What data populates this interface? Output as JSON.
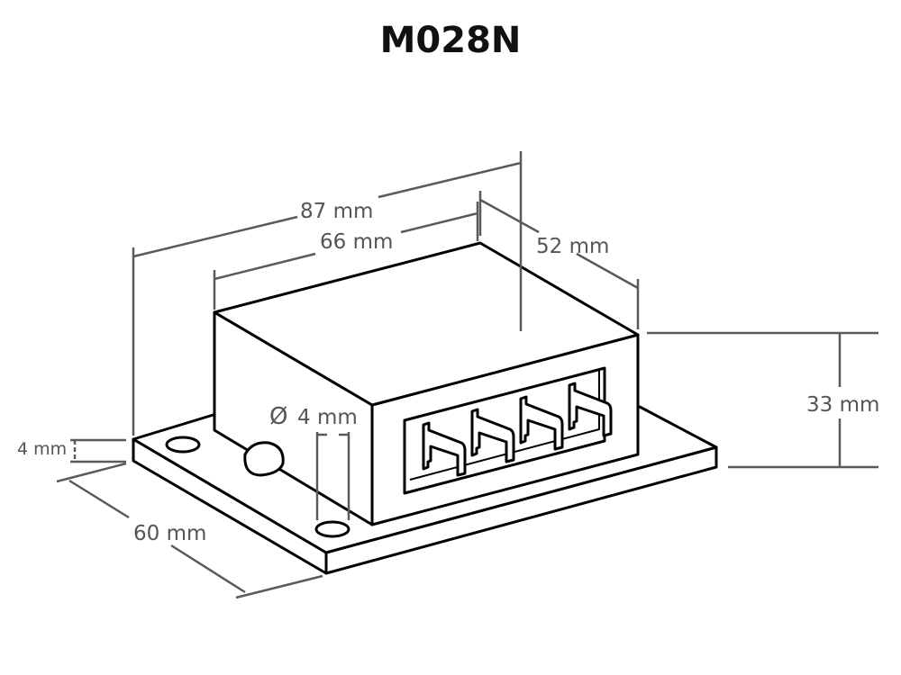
{
  "title": "M028N",
  "dimensions": {
    "overall_length": "87 mm",
    "housing_length": "66 mm",
    "housing_depth": "52 mm",
    "height": "33 mm",
    "plate_thickness": "4 mm",
    "plate_width": "60 mm",
    "hole_diameter": "4 mm",
    "diameter_symbol": "Ø"
  },
  "colors": {
    "outline": "#000000",
    "dimension": "#5a5a5a"
  }
}
